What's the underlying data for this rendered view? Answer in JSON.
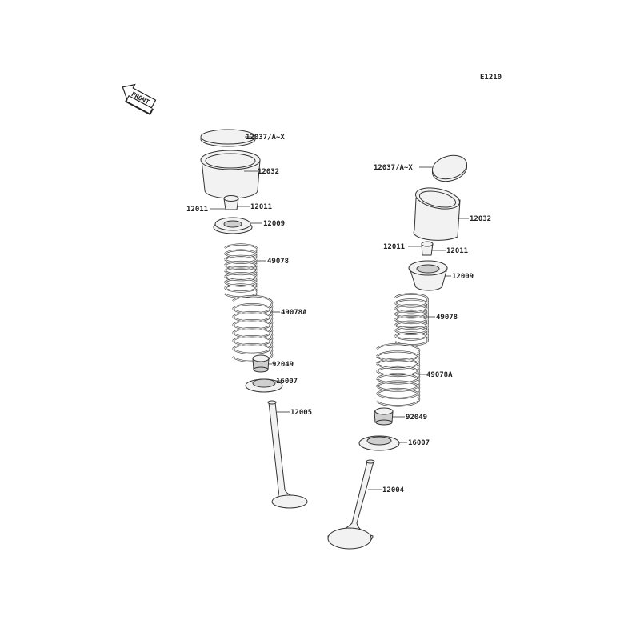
{
  "diagram_code": "E1210",
  "front_indicator": "FRONT",
  "left_valve_assembly": {
    "shim": "12037/A~X",
    "tappet": "12032",
    "cotter_left": "12011",
    "cotter_right": "12011",
    "retainer": "12009",
    "inner_spring": "49078",
    "outer_spring": "49078A",
    "stem_seal": "92049",
    "spring_seat": "16007",
    "valve": "12005"
  },
  "right_valve_assembly": {
    "shim": "12037/A~X",
    "tappet": "12032",
    "cotter_left": "12011",
    "cotter_right": "12011",
    "retainer": "12009",
    "inner_spring": "49078",
    "outer_spring": "49078A",
    "stem_seal": "92049",
    "spring_seat": "16007",
    "valve": "12004"
  }
}
